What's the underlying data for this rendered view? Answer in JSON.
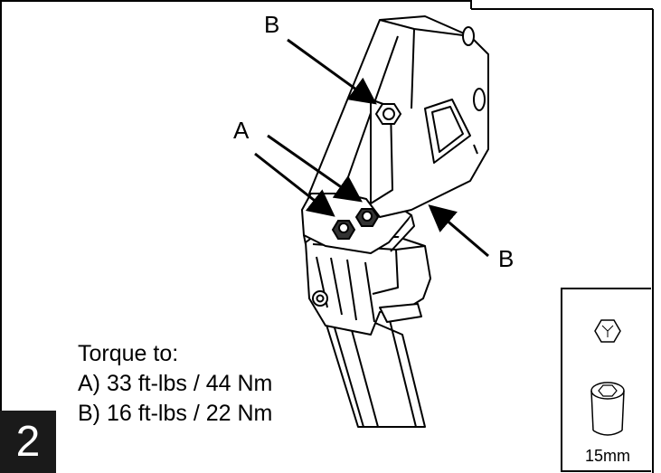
{
  "callouts": {
    "b_top": "B",
    "a": "A",
    "b_right": "B"
  },
  "torque": {
    "heading": "Torque to:",
    "line_a": "A) 33 ft-lbs / 44 Nm",
    "line_b": "B) 16 ft-lbs / 22 Nm"
  },
  "step": {
    "number": "2"
  },
  "tool": {
    "size_label": "15mm",
    "icons": [
      "hex-bolt-icon",
      "socket-icon"
    ]
  },
  "colors": {
    "line": "#000000",
    "badge": "#1a1a1a",
    "background": "#ffffff"
  }
}
